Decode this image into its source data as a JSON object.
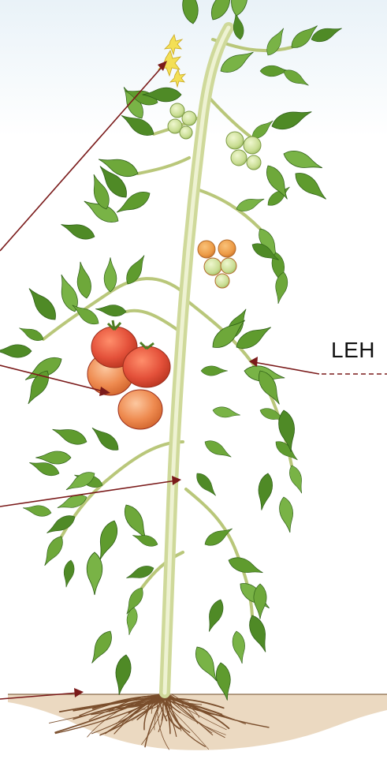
{
  "diagram": {
    "subject": "tomato plant",
    "labels": [
      {
        "id": "leaf",
        "text": "LEH"
      }
    ],
    "pointers": [
      "flower",
      "fruit",
      "stem",
      "roots",
      "leaf"
    ],
    "colors": {
      "leaf": "#5f9b2e",
      "leaf_dark": "#3e7a1f",
      "stem": "#d9e2a6",
      "ripe_fruit": "#e4513a",
      "orange_fruit": "#ee8a4f",
      "green_fruit": "#c9dd93",
      "flower": "#f3df55",
      "soil": "#c8a27a",
      "root": "#7a4e2c",
      "pointer": "#7a1a1a"
    }
  }
}
